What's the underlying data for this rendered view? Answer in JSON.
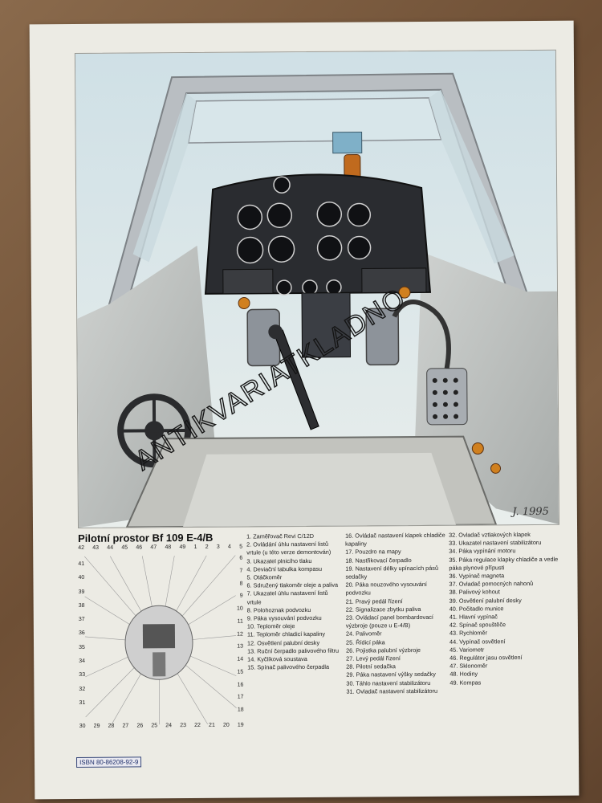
{
  "title": "Pilotní prostor Bf 109 E-4/B",
  "signature": "J. 1995",
  "watermark": "ANTIKVARIATKLADNO",
  "isbn": "ISBN 80-86208-92-9",
  "key_numbers": {
    "top": [
      "42",
      "43",
      "44",
      "45",
      "46",
      "47",
      "48",
      "49",
      "1",
      "2",
      "3",
      "4",
      "5"
    ],
    "left": [
      "41",
      "40",
      "39",
      "38",
      "37",
      "36",
      "35",
      "34",
      "33",
      "32",
      "31"
    ],
    "right": [
      "6",
      "7",
      "8",
      "9",
      "10",
      "11",
      "12",
      "13",
      "14",
      "15",
      "16",
      "17",
      "18"
    ],
    "bottom": [
      "30",
      "29",
      "28",
      "27",
      "26",
      "25",
      "24",
      "23",
      "22",
      "21",
      "20",
      "19"
    ]
  },
  "legend_col1": [
    "1. Zaměřovač Revi C/12D",
    "2. Ovládání úhlu nastavení listů vrtule (u této verze demontován)",
    "3. Ukazatel plnicího tlaku",
    "4. Deviační tabulka kompasu",
    "5. Otáčkoměr",
    "6. Sdružený tlakoměr oleje a paliva",
    "7. Ukazatel úhlu nastavení listů vrtule",
    "8. Polohoznak podvozku",
    "9. Páka vysouvání podvozku",
    "10. Teploměr oleje",
    "11. Teploměr chladicí kapaliny",
    "12. Osvětlení palubní desky",
    "13. Ruční čerpadlo palivového filtru",
    "14. Kyčlíková soustava",
    "15. Spínač palivového čerpadla"
  ],
  "legend_col2": [
    "16. Ovládač nastavení klapek chladiče kapaliny",
    "17. Pouzdro na mapy",
    "18. Nastřikovací čerpadlo",
    "19. Nastavení délky upínacích pásů sedačky",
    "20. Páka nouzového vysouvání podvozku",
    "21. Pravý pedál řízení",
    "22. Signalizace zbytku paliva",
    "23. Ovládací panel bombardovací výzbroje (pouze u E-4/B)",
    "24. Palivoměr",
    "25. Řídicí páka",
    "26. Pojistka palubní výzbroje",
    "27. Levý pedál řízení",
    "28. Pilotní sedačka",
    "29. Páka nastavení výšky sedačky",
    "30. Táhlo nastavení stabilizátoru",
    "31. Ovladač nastavení stabilizátoru"
  ],
  "legend_col3": [
    "32. Ovladač vztlakových klapek",
    "33. Ukazatel nastavení stabilizátoru",
    "34. Páka vypínání motoru",
    "35. Páka regulace klapky chladiče a vedle páka plynové přípusti",
    "36. Vypínač magneta",
    "37. Ovladač pomocných nahonů",
    "38. Palivový kohout",
    "39. Osvětlení palubní desky",
    "40. Počitadlo munice",
    "41. Hlavní vypínač",
    "42. Spínač spouštěče",
    "43. Rychloměr",
    "44. Vypínač osvětlení",
    "45. Variometr",
    "46. Regulátor jasu osvětlení",
    "47. Sklonoměr",
    "48. Hodiny",
    "49. Kompas"
  ],
  "colors": {
    "paper": "#ecebe4",
    "instrument": "#1e1f22",
    "frame": "#b7bcc0",
    "knob": "#d0801f"
  }
}
